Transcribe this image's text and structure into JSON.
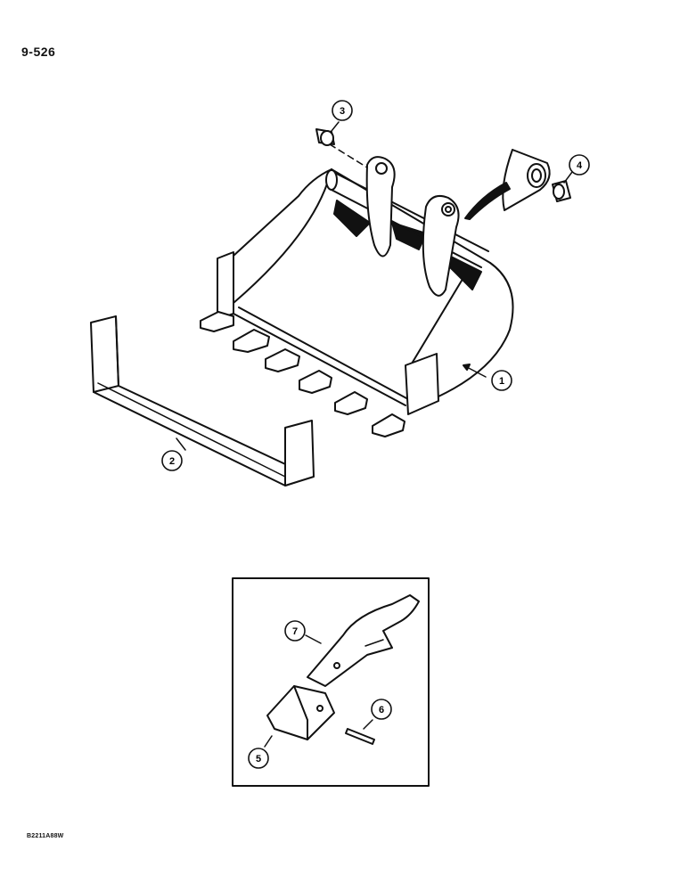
{
  "page_number": "9-526",
  "figure_code": "B2211A88W",
  "callouts": [
    "1",
    "2",
    "3",
    "4",
    "5",
    "6",
    "7"
  ]
}
